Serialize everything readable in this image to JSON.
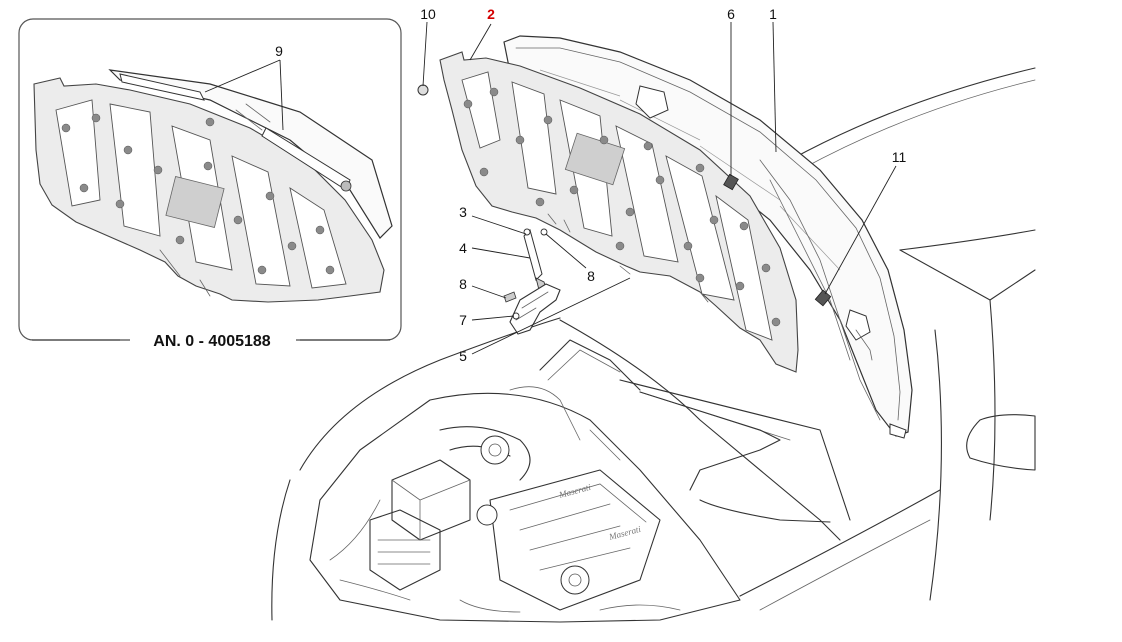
{
  "inset": {
    "label": "AN. 0 - 4005188",
    "callout": "9"
  },
  "callouts": [
    {
      "id": "c1",
      "text": "1"
    },
    {
      "id": "c2",
      "text": "2",
      "color": "#d40000"
    },
    {
      "id": "c3",
      "text": "3"
    },
    {
      "id": "c4",
      "text": "4"
    },
    {
      "id": "c5",
      "text": "5"
    },
    {
      "id": "c6",
      "text": "6"
    },
    {
      "id": "c7",
      "text": "7"
    },
    {
      "id": "c8a",
      "text": "8"
    },
    {
      "id": "c8b",
      "text": "8"
    },
    {
      "id": "c10",
      "text": "10"
    },
    {
      "id": "c11",
      "text": "11"
    }
  ],
  "colors": {
    "highlight": "#d40000",
    "line": "#333333",
    "panel_fill": "#ececec"
  }
}
